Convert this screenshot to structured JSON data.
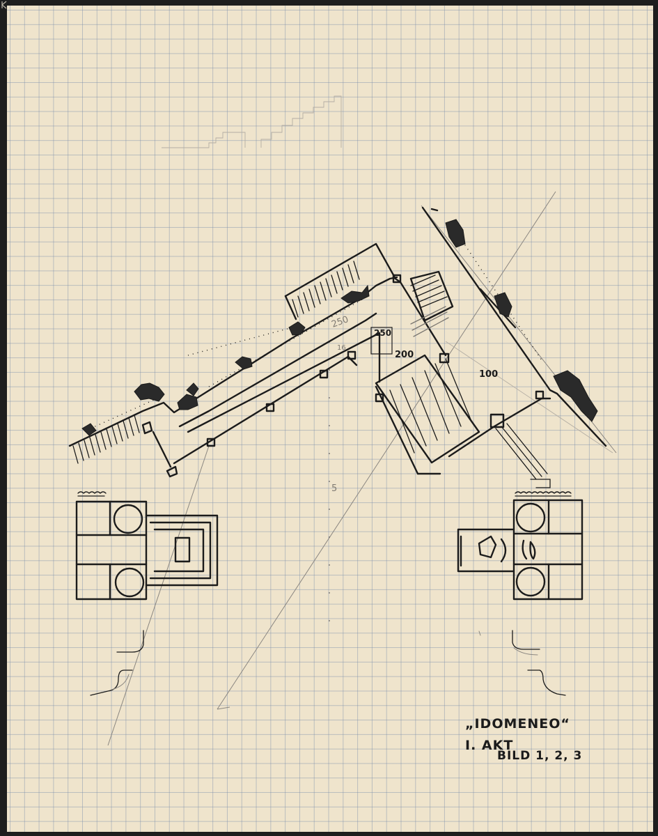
{
  "title": {
    "line1": "„IDOMENEO“",
    "line2": "I. AKT",
    "line3": "BILD 1, 2, 3"
  },
  "dimensions": {
    "d250a": "250",
    "d250b": "250",
    "d200": "200",
    "d100": "100",
    "d16": "16",
    "d5": "5"
  },
  "colors": {
    "paper": "#efe4cc",
    "grid": "#8ca0be",
    "ink": "#1b1b1b",
    "pencil": "#8a8680"
  }
}
